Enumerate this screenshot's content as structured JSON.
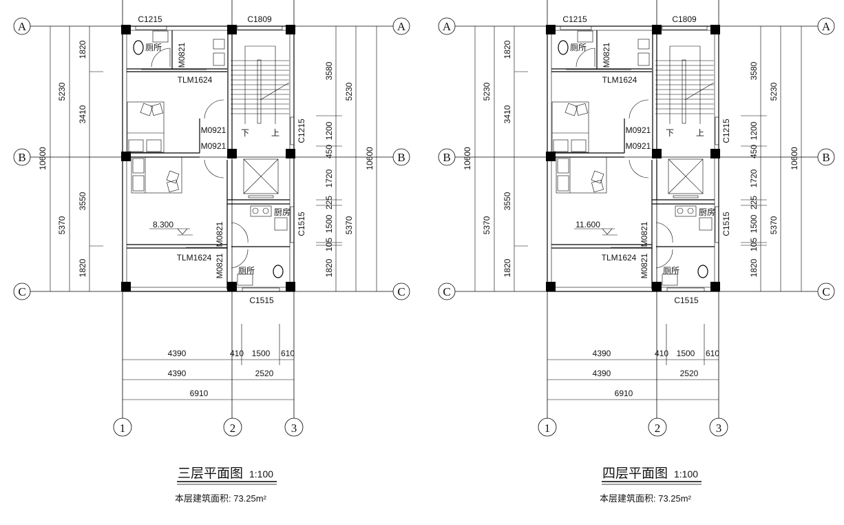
{
  "plans": [
    {
      "title": "三层平面图",
      "scale": "1:100",
      "area_text": "本层建筑面积: 73.25m²",
      "elevation": "8.300",
      "axes": {
        "a": "A",
        "b": "B",
        "c": "C",
        "n1": "1",
        "n2": "2",
        "n3": "3"
      },
      "labels": {
        "c1215_top": "C1215",
        "c1809": "C1809",
        "toilet_top": "厕所",
        "m0821_top": "M0821",
        "tlm1624_top": "TLM1624",
        "m0921_a": "M0921",
        "m0921_b": "M0921",
        "down": "下",
        "up": "上",
        "c1215_side": "C1215",
        "kitchen": "厨房",
        "c1515_side": "C1515",
        "m0821_mid": "M0821",
        "tlm1624_bottom": "TLM1624",
        "m0821_low": "M0821",
        "toilet_bottom": "厕所",
        "c1515_bottom": "C1515"
      },
      "dims_left": {
        "total": "10600",
        "upper": "5230",
        "lower": "5370",
        "d1": "1820",
        "d2": "3410",
        "d3": "3550",
        "d4": "1820"
      },
      "dims_right": {
        "r3580": "3580",
        "r5230": "5230",
        "r10600": "10600",
        "r1200": "1200",
        "r450": "450",
        "r1720": "1720",
        "r225": "225",
        "r1500": "1500",
        "r105": "105",
        "r1820": "1820",
        "r5370": "5370"
      },
      "dims_bottom": {
        "a4390": "4390",
        "a410": "410",
        "a1500": "1500",
        "a610": "610",
        "b4390": "4390",
        "b2520": "2520",
        "c6910": "6910"
      }
    },
    {
      "title": "四层平面图",
      "scale": "1:100",
      "area_text": "本层建筑面积: 73.25m²",
      "elevation": "11.600",
      "axes": {
        "a": "A",
        "b": "B",
        "c": "C",
        "n1": "1",
        "n2": "2",
        "n3": "3"
      },
      "labels": {
        "c1215_top": "C1215",
        "c1809": "C1809",
        "toilet_top": "厕所",
        "m0821_top": "M0821",
        "tlm1624_top": "TLM1624",
        "m0921_a": "M0921",
        "m0921_b": "M0921",
        "down": "下",
        "up": "上",
        "c1215_side": "C1215",
        "kitchen": "厨房",
        "c1515_side": "C1515",
        "m0821_mid": "M0821",
        "tlm1624_bottom": "TLM1624",
        "m0821_low": "M0821",
        "toilet_bottom": "厕所",
        "c1515_bottom": "C1515"
      },
      "dims_left": {
        "total": "10600",
        "upper": "5230",
        "lower": "5370",
        "d1": "1820",
        "d2": "3410",
        "d3": "3550",
        "d4": "1820"
      },
      "dims_right": {
        "r3580": "3580",
        "r5230": "5230",
        "r10600": "10600",
        "r1200": "1200",
        "r450": "450",
        "r1720": "1720",
        "r225": "225",
        "r1500": "1500",
        "r105": "105",
        "r1820": "1820",
        "r5370": "5370"
      },
      "dims_bottom": {
        "a4390": "4390",
        "a410": "410",
        "a1500": "1500",
        "a610": "610",
        "b4390": "4390",
        "b2520": "2520",
        "c6910": "6910"
      }
    }
  ]
}
